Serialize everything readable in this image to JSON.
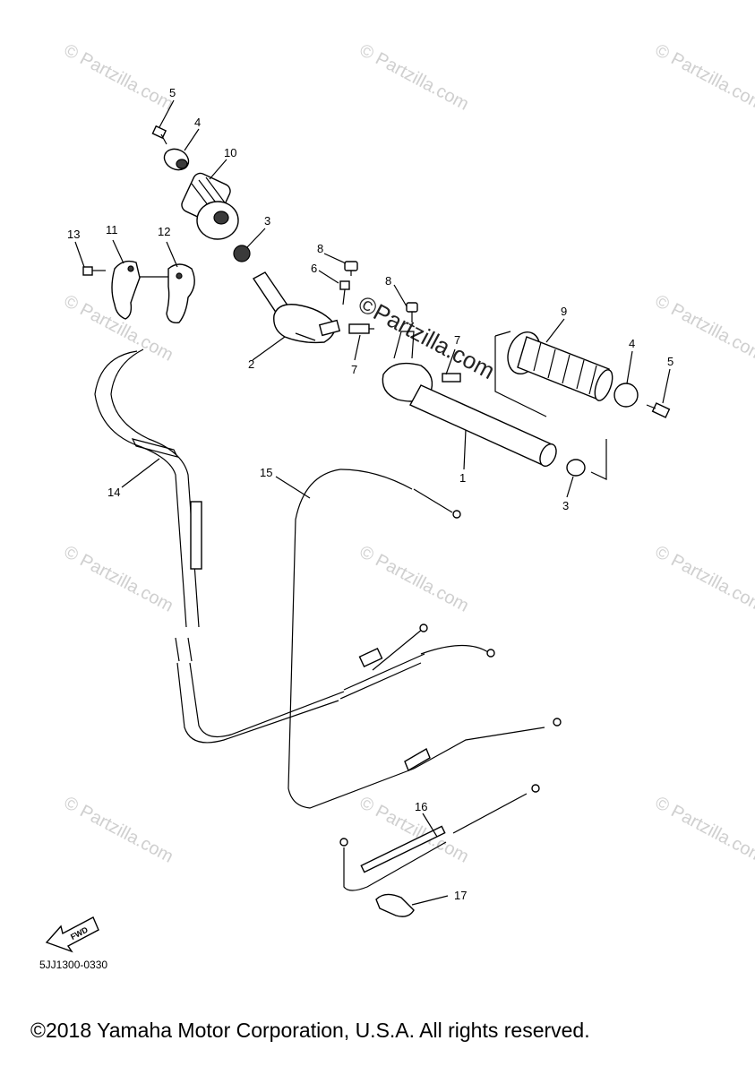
{
  "callouts": [
    "1",
    "2",
    "3",
    "4",
    "5",
    "6",
    "7",
    "8",
    "9",
    "10",
    "11",
    "12",
    "13",
    "14",
    "15",
    "16",
    "17"
  ],
  "labels": {
    "c5_top": "5",
    "c4_top": "4",
    "c10": "10",
    "c3_top": "3",
    "c13": "13",
    "c11": "11",
    "c12": "12",
    "c8_a": "8",
    "c6": "6",
    "c8_b": "8",
    "c9": "9",
    "c2": "2",
    "c7_a": "7",
    "c7_b": "7",
    "c4_right": "4",
    "c5_right": "5",
    "c1": "1",
    "c3_bottom": "3",
    "c14": "14",
    "c15": "15",
    "c16": "16",
    "c17": "17"
  },
  "watermark": "© Partzilla.com",
  "watermark_center": "©Partzilla.com",
  "fwd_label": "FWD",
  "diagram_code": "5JJ1300-0330",
  "copyright": "©2018 Yamaha Motor Corporation, U.S.A. All rights reserved."
}
